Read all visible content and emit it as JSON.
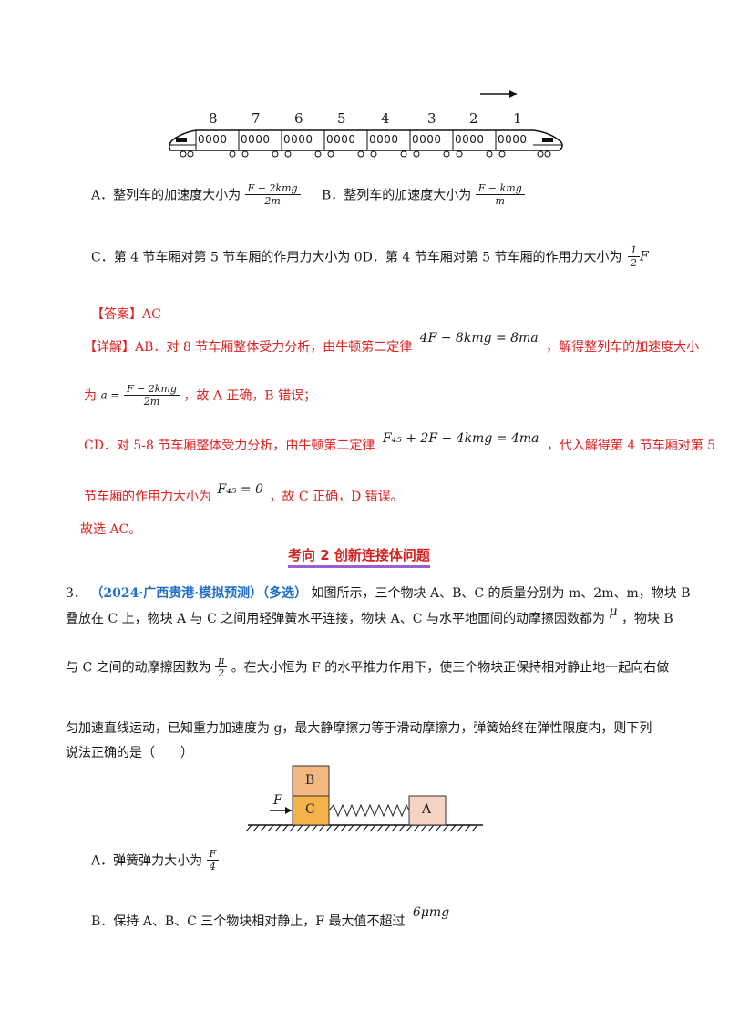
{
  "train": {
    "car_numbers": [
      "8",
      "7",
      "6",
      "5",
      "4",
      "3",
      "2",
      "1"
    ],
    "window_text": "0000"
  },
  "options1": {
    "a_prefix": "A．整列车的加速度大小为",
    "a_num": "F − 2kmg",
    "a_den": "2m",
    "b_prefix": "B．整列车的加速度大小为",
    "b_num": "F − kmg",
    "b_den": "m",
    "c_text": "C．第 4 节车厢对第 5 节车厢的作用力大小为 0D．第 4 节车厢对第 5 节车厢的作用力大小为",
    "d_num": "1",
    "d_den": "2",
    "d_var": "F"
  },
  "answer": {
    "label": "【答案】AC",
    "detail_prefix": "【详解】AB．对 8 节车厢整体受力分析，由牛顿第二定律",
    "detail_eq1": "4F − 8kmg = 8ma",
    "detail_suffix1": "，解得整列车的加速度大小",
    "line2_prefix": "为",
    "line2_a": "a =",
    "line2_num": "F − 2kmg",
    "line2_den": "2m",
    "line2_suffix": "，故 A 正确，B 错误；",
    "cd_prefix": "CD．对 5-8 节车厢整体受力分析，由牛顿第二定律",
    "cd_eq": "F₄₅ + 2F − 4kmg = 4ma",
    "cd_suffix": "，代入解得第 4 节车厢对第 5",
    "line4_prefix": "节车厢的作用力大小为",
    "line4_eq": "F₄₅ = 0",
    "line4_suffix": "，故 C 正确，D 错误。",
    "conclusion": "故选 AC。"
  },
  "section": {
    "heading": "考向 2  创新连接体问题"
  },
  "question3": {
    "number": "3．",
    "source": "（2024·广西贵港·模拟预测）（多选）",
    "line1_rest": "如图所示，三个物块 A、B、C 的质量分别为 m、2m、m，物块 B",
    "line2": "叠放在 C 上，物块 A 与 C 之间用轻弹簧水平连接，物块 A、C 与水平地面间的动摩擦因数都为",
    "mu": "μ",
    "line2_end": "，物块 B",
    "line3_prefix": "与 C 之间的动摩擦因数为",
    "mu_half_num": "μ",
    "mu_half_den": "2",
    "line3_rest": "。在大小恒为 F 的水平推力作用下，使三个物块正保持相对静止地一起向右做",
    "line4": "匀加速直线运动，已知重力加速度为 g，最大静摩擦力等于滑动摩擦力，弹簧始终在弹性限度内，则下列",
    "line5": "说法正确的是（　　）",
    "diagram": {
      "block_b": "B",
      "block_c": "C",
      "block_a": "A",
      "force_label": "F"
    },
    "option_a_prefix": "A．弹簧弹力大小为",
    "option_a_num": "F",
    "option_a_den": "4",
    "option_b_prefix": "B．保持 A、B、C 三个物块相对静止，F 最大值不超过",
    "option_b_value": "6μmg"
  }
}
